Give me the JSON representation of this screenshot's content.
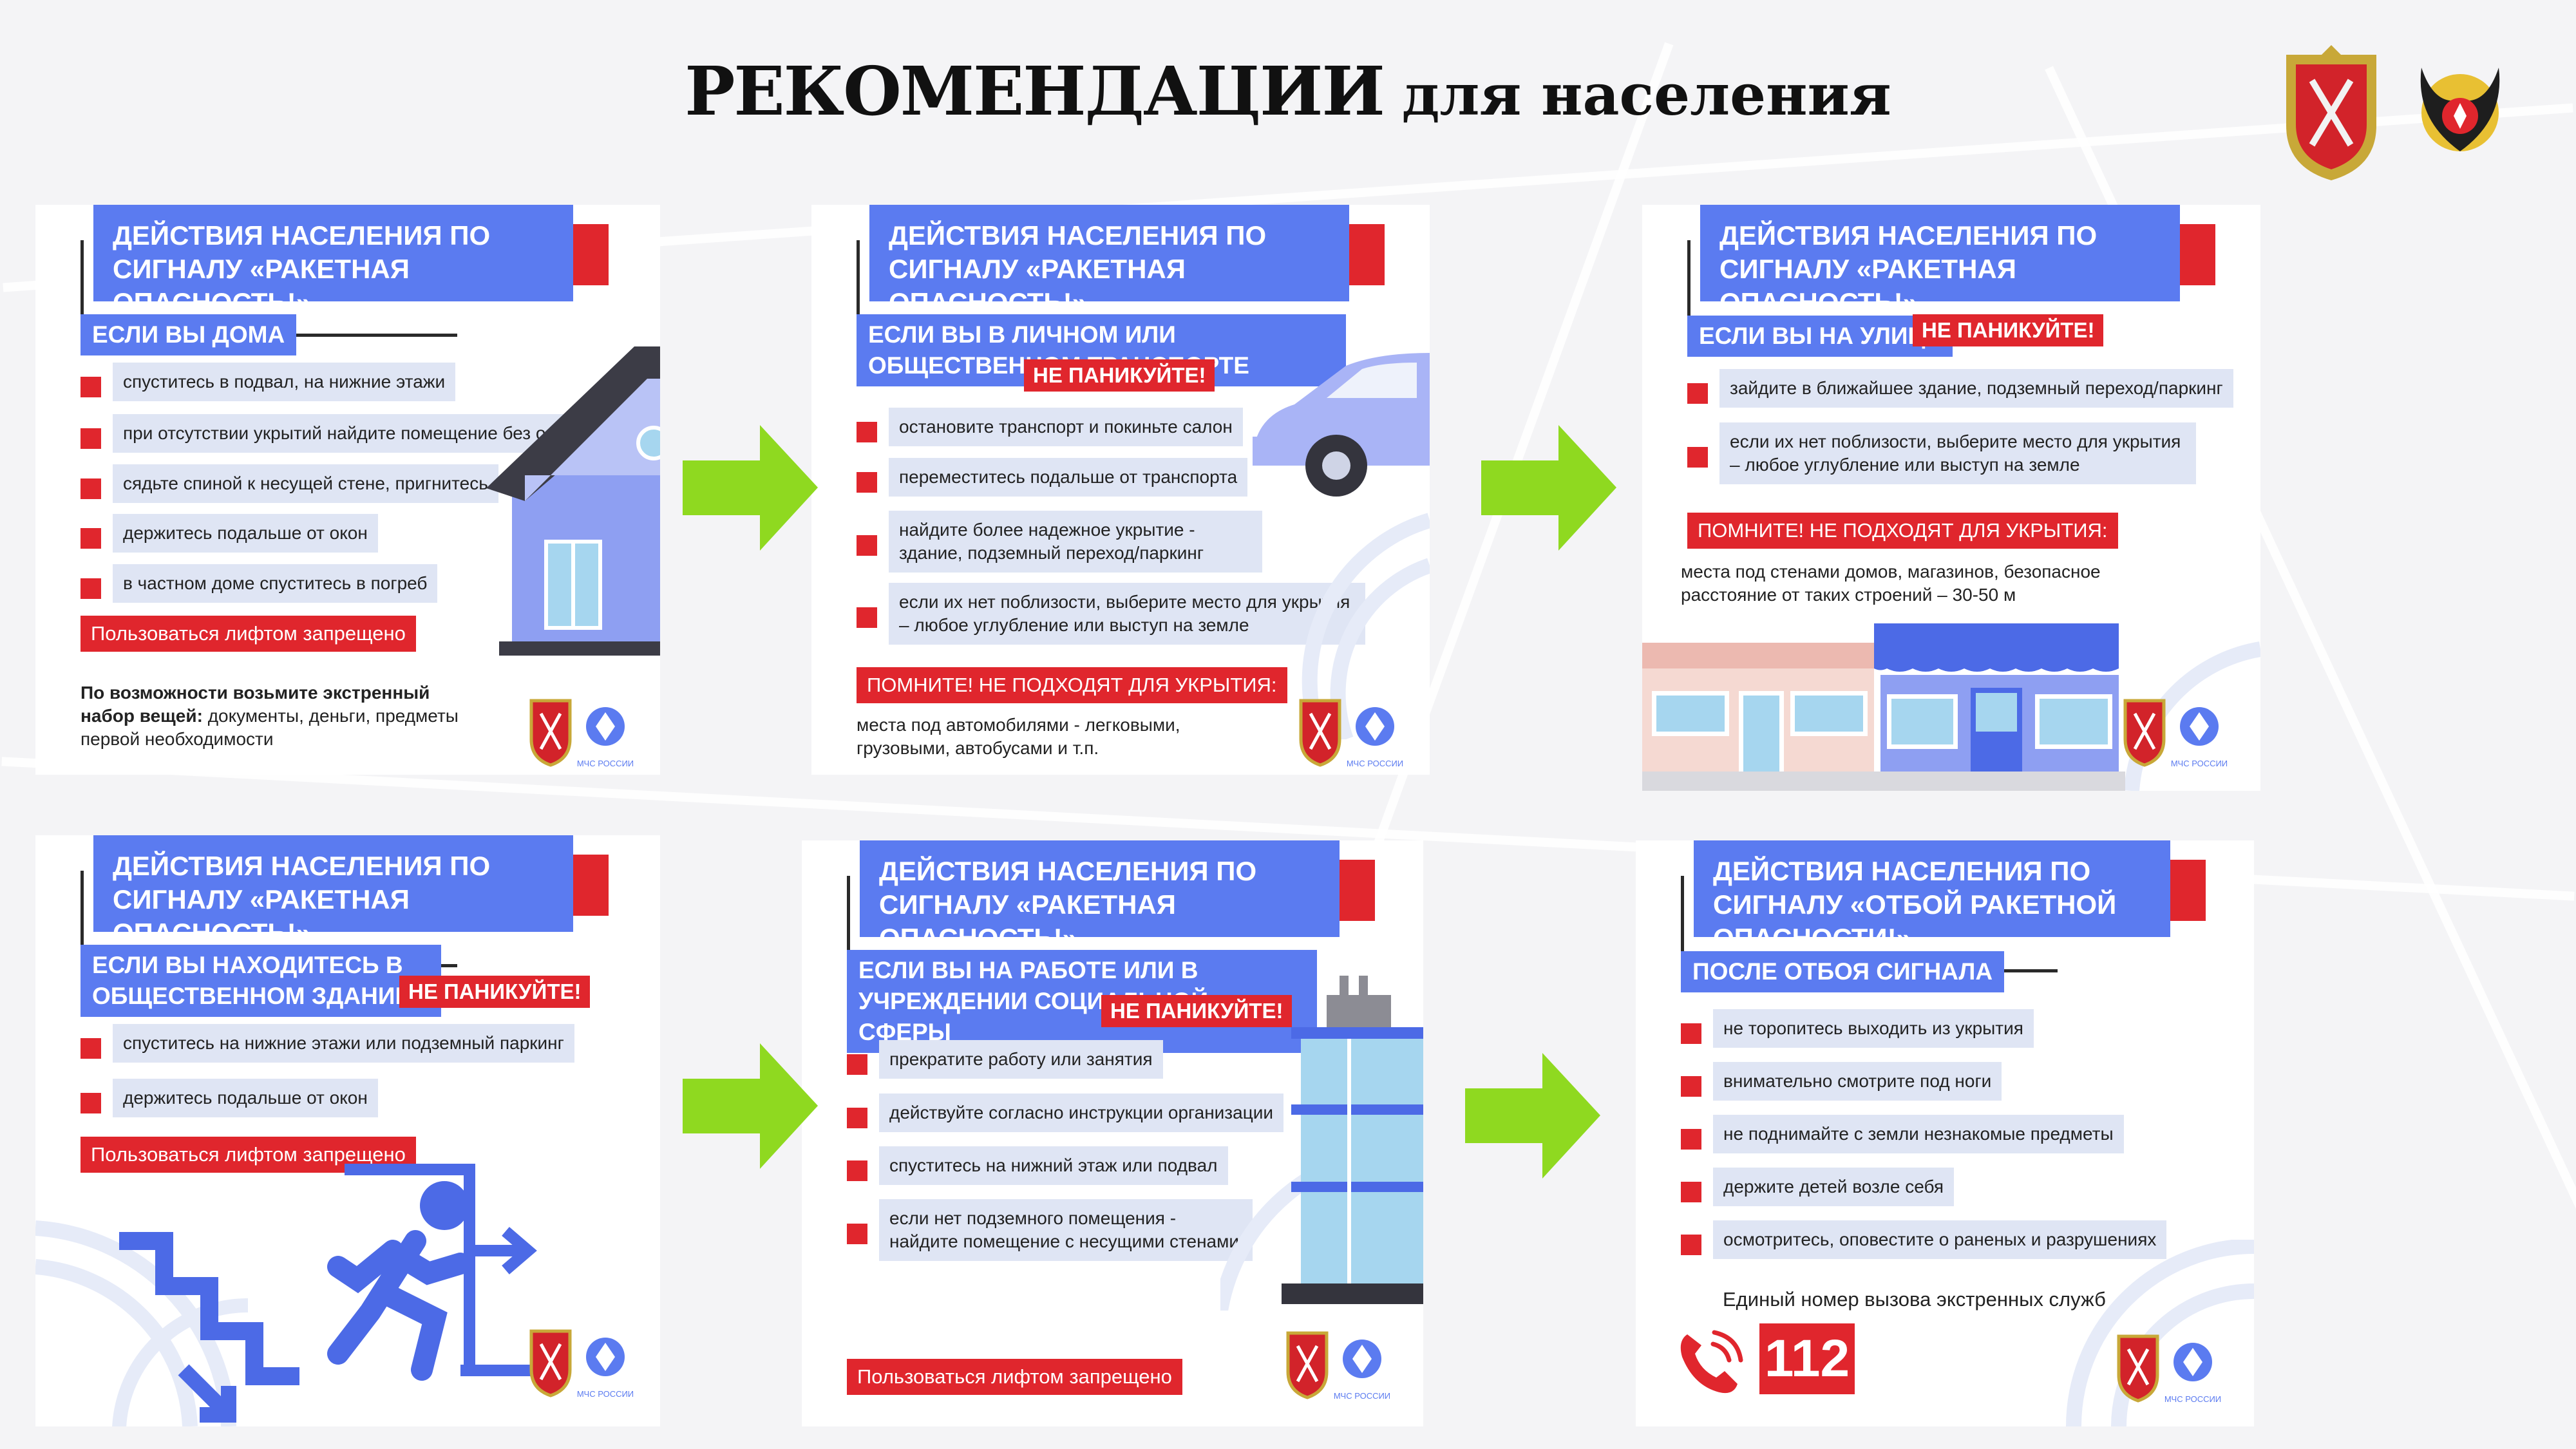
{
  "page": {
    "title_main": "РЕКОМЕНДАЦИИ",
    "title_rest": "для населения"
  },
  "common": {
    "header": "ДЕЙСТВИЯ НАСЕЛЕНИЯ ПО СИГНАЛУ «РАКЕТНАЯ ОПАСНОСТЬ!»",
    "no_panic": "НЕ ПАНИКУЙТЕ!",
    "logo_caption": "МЧС РОССИИ",
    "colors": {
      "blue": "#5b7bf0",
      "red": "#e0262d",
      "light": "#dfe5f4",
      "green": "#8fd920"
    }
  },
  "cards": {
    "home": {
      "situation": "ЕСЛИ ВЫ ДОМА",
      "items": [
        "спуститесь в подвал, на нижние этажи",
        "при отсутствии укрытий найдите помещение без окон",
        "сядьте спиной к несущей стене, пригнитесь",
        "держитесь подальше от окон",
        "в частном доме спуститесь в погреб"
      ],
      "warning": "Пользоваться лифтом запрещено",
      "note_bold": "По возможности возьмите экстренный набор вещей:",
      "note_rest": " документы, деньги, предметы первой необходимости"
    },
    "transport": {
      "situation": "ЕСЛИ ВЫ В ЛИЧНОМ ИЛИ ОБЩЕСТВЕННОМ ТРАНСПОРТЕ",
      "items": [
        "остановите транспорт и покиньте салон",
        "переместитесь подальше от транспорта",
        "найдите более надежное укрытие - здание, подземный переход/паркинг",
        "если их нет поблизости, выберите место для укрытия – любое углубление или выступ на земле"
      ],
      "remember": "ПОМНИТЕ! НЕ ПОДХОДЯТ ДЛЯ УКРЫТИЯ:",
      "note": "места под автомобилями - легковыми, грузовыми, автобусами и т.п."
    },
    "street": {
      "situation": "ЕСЛИ ВЫ НА УЛИЦЕ",
      "items": [
        "зайдите в ближайшее здание, подземный переход/паркинг",
        "если их нет поблизости, выберите место для укрытия – любое углубление или выступ на земле"
      ],
      "remember": "ПОМНИТЕ! НЕ ПОДХОДЯТ ДЛЯ УКРЫТИЯ:",
      "note": "места под стенами домов, магазинов, безопасное расстояние от таких строений – 30-50 м"
    },
    "public": {
      "situation": "ЕСЛИ ВЫ НАХОДИТЕСЬ В ОБЩЕСТВЕННОМ ЗДАНИИ",
      "items": [
        "спуститесь на нижние этажи или подземный паркинг",
        "держитесь подальше от окон"
      ],
      "warning": "Пользоваться лифтом запрещено"
    },
    "work": {
      "situation": "ЕСЛИ ВЫ НА РАБОТЕ ИЛИ В УЧРЕЖДЕНИИ СОЦИАЛЬНОЙ СФЕРЫ",
      "items": [
        "прекратите работу или занятия",
        "действуйте согласно инструкции организации",
        "спуститесь на нижний этаж или подвал",
        "если нет подземного помещения - найдите помещение с несущими стенами"
      ],
      "warning": "Пользоваться лифтом запрещено"
    },
    "cancel": {
      "header": "ДЕЙСТВИЯ НАСЕЛЕНИЯ ПО СИГНАЛУ «ОТБОЙ РАКЕТНОЙ ОПАСНОСТИ!»",
      "situation": "ПОСЛЕ ОТБОЯ СИГНАЛА",
      "items": [
        "не торопитесь выходить из укрытия",
        "внимательно смотрите под ноги",
        "не поднимайте с земли незнакомые предметы",
        "держите детей возле себя",
        "осмотритесь, оповестите о раненых и разрушениях"
      ],
      "emergency_label": "Единый номер вызова экстренных служб",
      "emergency_number": "112"
    }
  }
}
